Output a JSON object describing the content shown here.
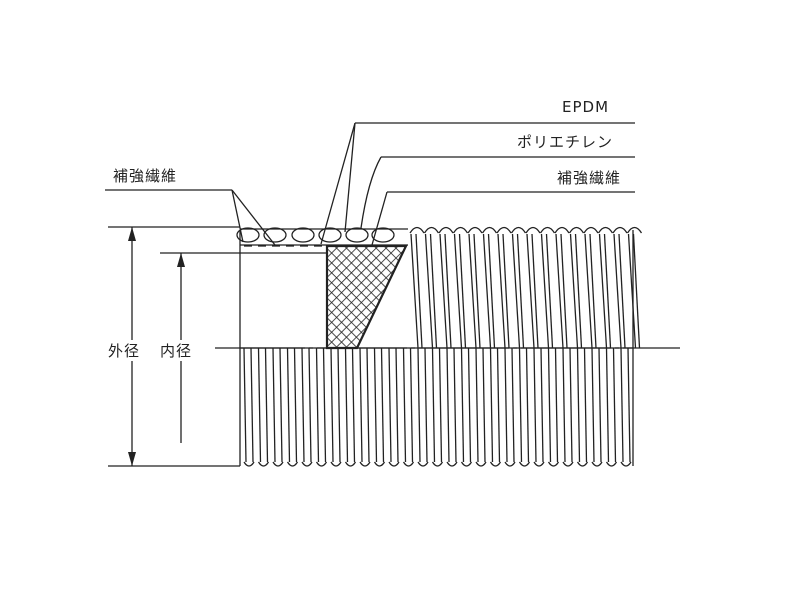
{
  "labels": {
    "epdm": "EPDM",
    "polyethylene": "ポリエチレン",
    "reinforcement_right": "補強繊維",
    "reinforcement_left": "補強繊維",
    "outer_diameter": "外径",
    "inner_diameter": "内径"
  },
  "colors": {
    "ink": "#222222"
  }
}
